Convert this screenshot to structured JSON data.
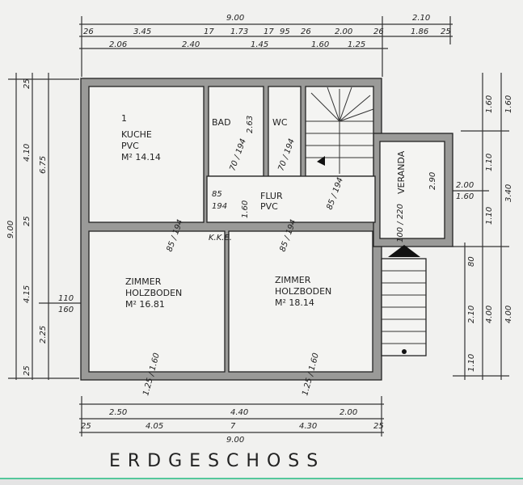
{
  "title": "ERDGESCHOSS",
  "rooms": {
    "kitchen": {
      "number": "1",
      "name": "KUCHE",
      "floor": "PVC",
      "area": "M² 14.14"
    },
    "bath": {
      "name": "BAD",
      "dim": "2.63"
    },
    "wc": {
      "name": "WC"
    },
    "hall": {
      "name": "FLUR",
      "floor": "PVC",
      "door": "85",
      "door_h": "194",
      "dim": "1.60"
    },
    "veranda": {
      "name": "VERANDA",
      "dim": "2.90"
    },
    "room_left": {
      "name": "ZIMMER",
      "floor": "HOLZBODEN",
      "area": "M² 16.81"
    },
    "room_right": {
      "name": "ZIMMER",
      "floor": "HOLZBODEN",
      "area": "M² 18.14"
    }
  },
  "dimensions": {
    "top": {
      "row1": [
        "9.00",
        "2.10"
      ],
      "row2": [
        "26",
        "3.45",
        "17",
        "1.73",
        "17",
        "95",
        "26",
        "2.00",
        "26",
        "1.86",
        "25"
      ],
      "row3": [
        "2.06",
        "2.40",
        "1.45",
        "1.60",
        "1.25"
      ]
    },
    "left": {
      "outer": "9.00",
      "mid": [
        "25",
        "4.10",
        "25",
        "4.15",
        "25"
      ],
      "inner": [
        "6.75",
        "2.25"
      ],
      "window": [
        "110",
        "160"
      ]
    },
    "right": {
      "inner": [
        "1.60",
        "1.10",
        "1.10",
        "4.00"
      ],
      "outer": [
        "1.60",
        "3.40",
        "4.00"
      ],
      "stair": [
        "80",
        "2.10",
        "1.10"
      ],
      "window": [
        "2.00",
        "1.60"
      ]
    },
    "bottom": {
      "row1": [
        "2.50",
        "4.40",
        "2.00"
      ],
      "row2": [
        "25",
        "4.05",
        "7",
        "4.30",
        "25"
      ],
      "row3": [
        "9.00"
      ],
      "windows": [
        "1.25 / 1.60",
        "1.25 / 1.60"
      ]
    },
    "doors": [
      "85 / 194",
      "85 / 194",
      "70 / 194",
      "70 / 194",
      "85 / 194",
      "100 / 220"
    ],
    "chimney": "K.K.E."
  },
  "colors": {
    "paper": "#f1f1ef",
    "ink": "#222222",
    "wall": "#9a9a98",
    "accent_line": "#55c79a"
  }
}
